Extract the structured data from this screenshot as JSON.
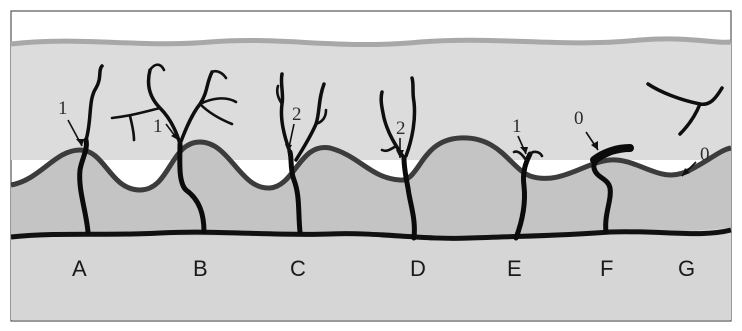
{
  "colors": {
    "outer_layer": "#dcdcdc",
    "inner_layer": "#c4c4c4",
    "bottom_layer": "#d6d6d6",
    "surface_line": "#a8a8a8",
    "membrane_line": "#3c3c3c",
    "base_line": "#111111",
    "frame": "#555555"
  },
  "structures": [
    {
      "letter": "A",
      "count": "1"
    },
    {
      "letter": "B",
      "count": "1"
    },
    {
      "letter": "C",
      "count": "2"
    },
    {
      "letter": "D",
      "count": "2"
    },
    {
      "letter": "E",
      "count": "1"
    },
    {
      "letter": "F",
      "count": "0"
    },
    {
      "letter": "G",
      "count": "0"
    }
  ]
}
